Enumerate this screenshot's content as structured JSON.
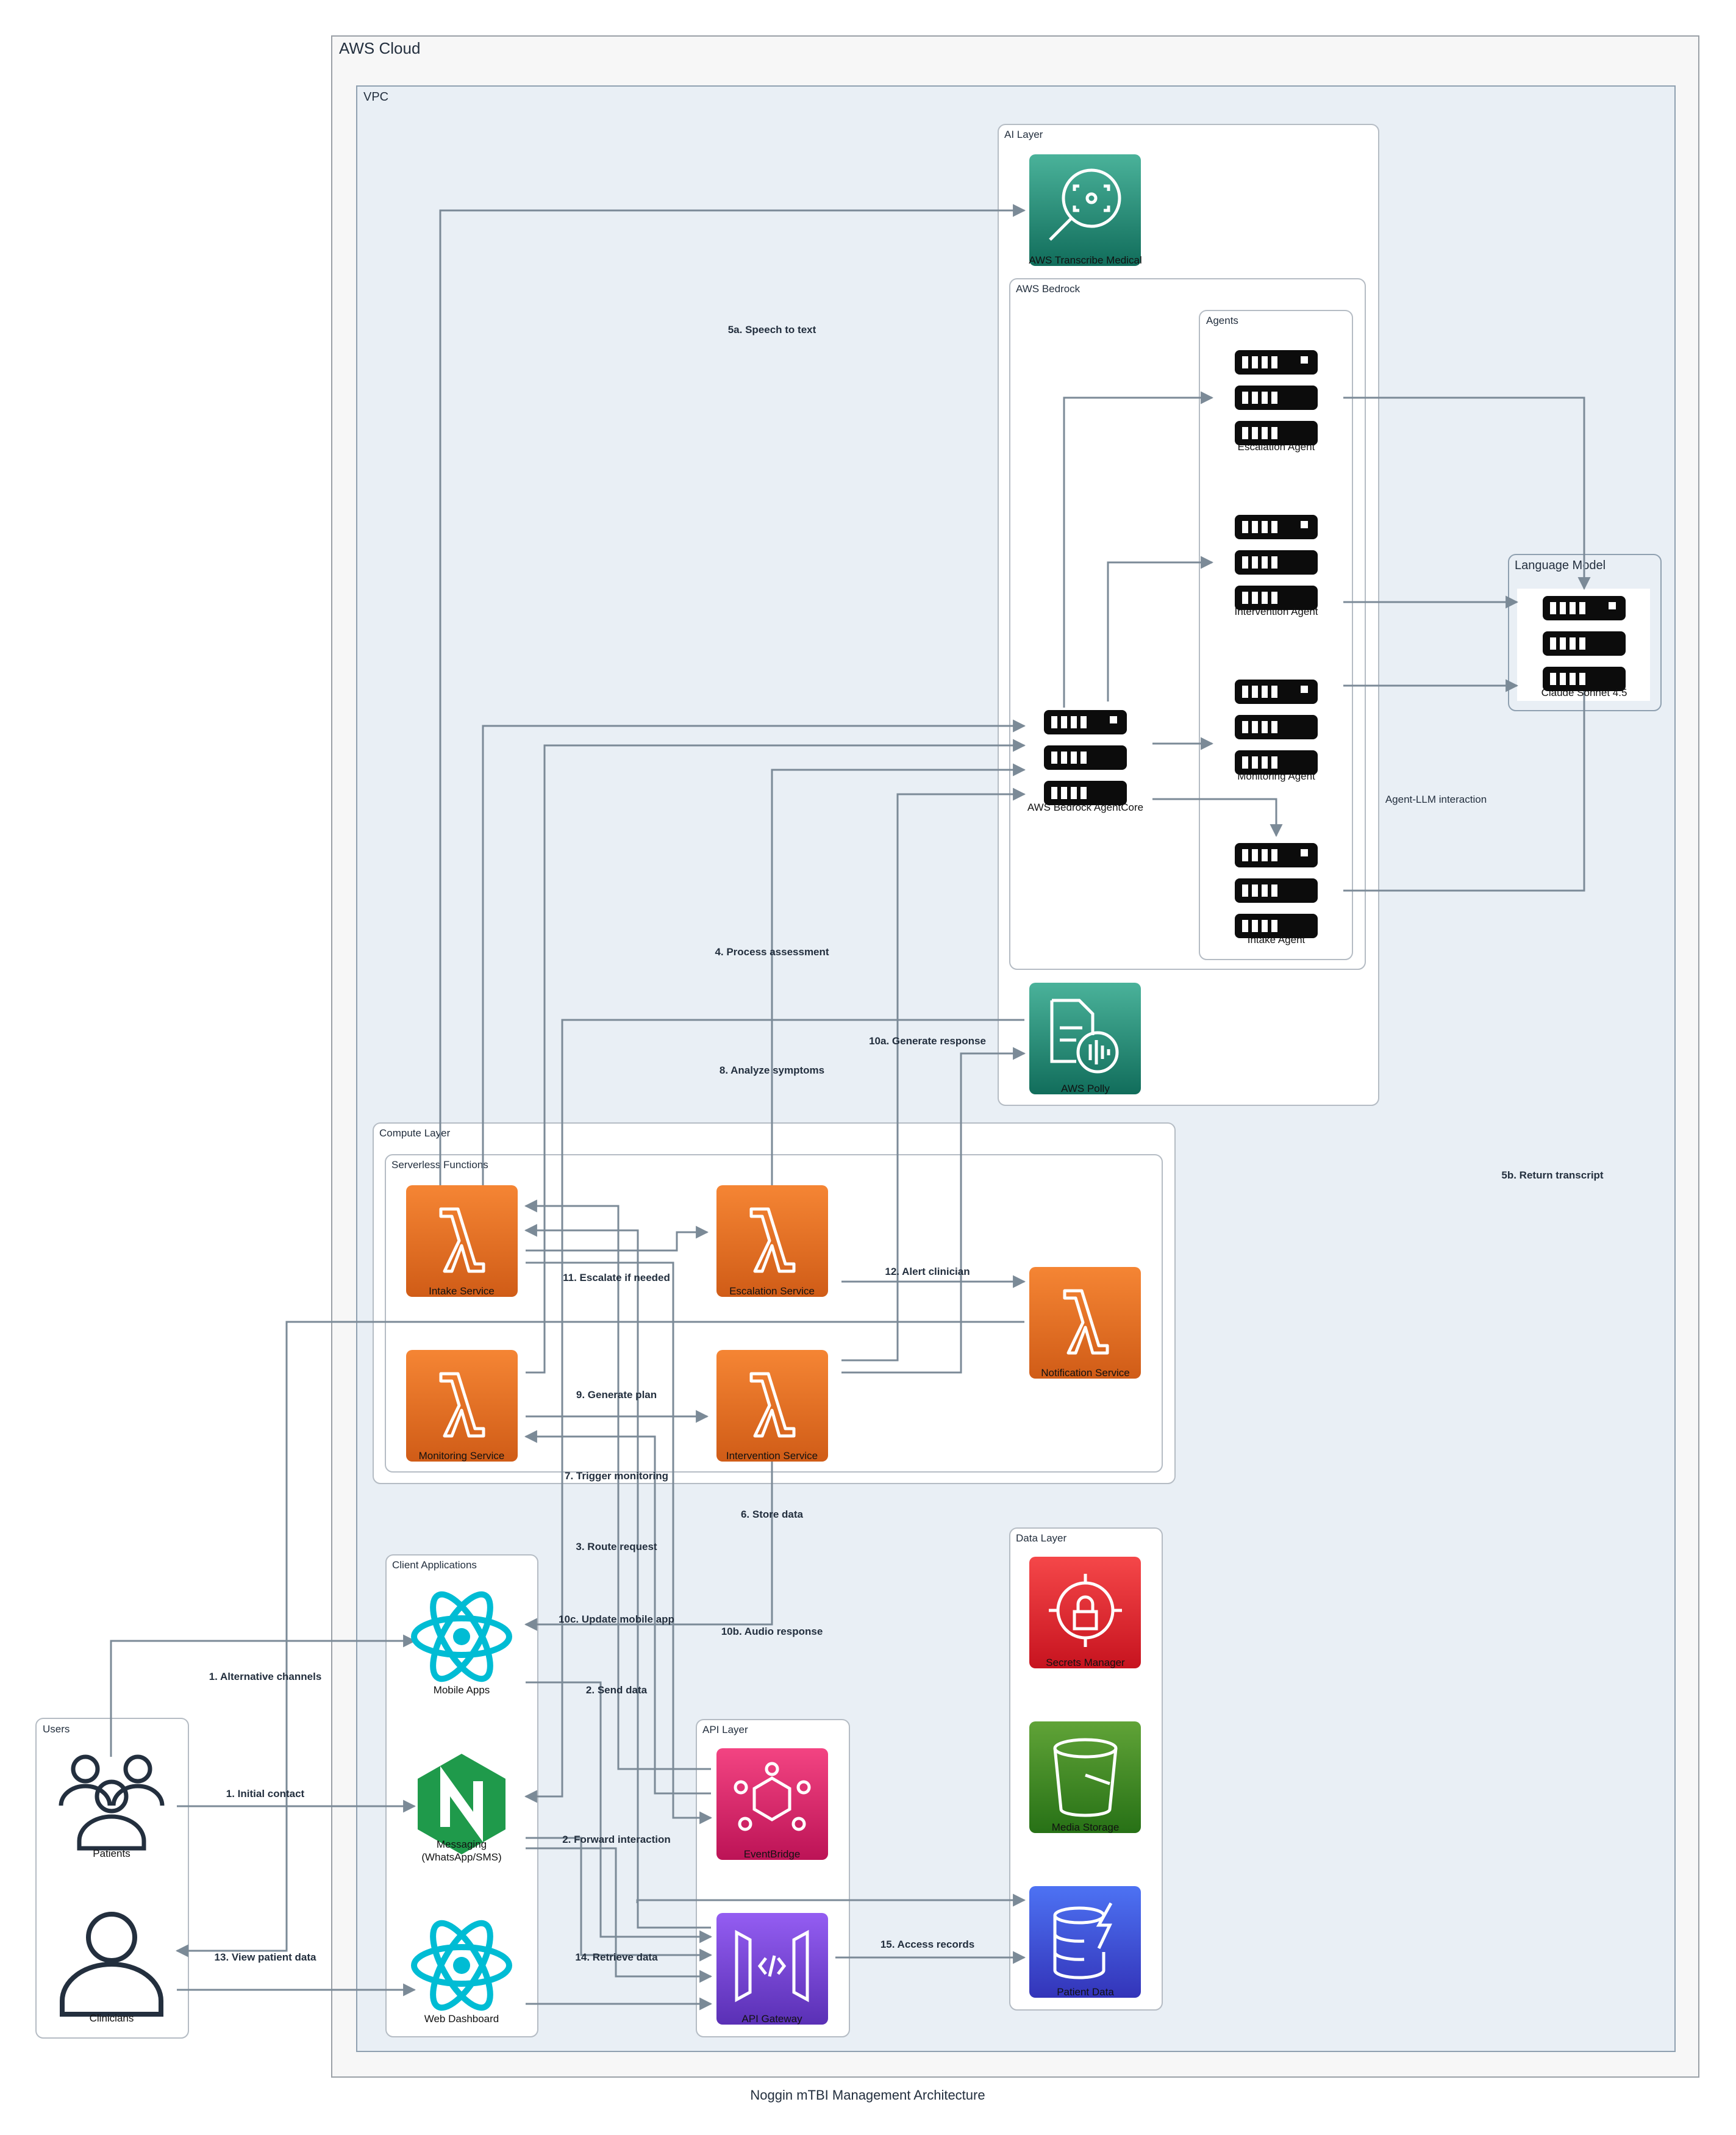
{
  "diagram": {
    "title": "Noggin mTBI Management Architecture",
    "groups": {
      "aws_cloud": "AWS Cloud",
      "vpc": "VPC",
      "ai_layer": "AI Layer",
      "aws_bedrock": "AWS Bedrock",
      "agents": "Agents",
      "language_model": "Language Model",
      "compute_layer": "Compute Layer",
      "serverless_functions": "Serverless Functions",
      "client_applications": "Client Applications",
      "api_layer": "API Layer",
      "data_layer": "Data Layer",
      "users": "Users"
    },
    "nodes": {
      "transcribe": "AWS Transcribe Medical",
      "escalation_agent": "Escalation Agent",
      "intervention_agent": "Intervention Agent",
      "monitoring_agent": "Monitoring Agent",
      "intake_agent": "Intake Agent",
      "agentcore": "AWS Bedrock AgentCore",
      "claude": "Claude Sonnet 4.5",
      "polly": "AWS Polly",
      "intake_service": "Intake Service",
      "escalation_service": "Escalation Service",
      "notification_service": "Notification Service",
      "monitoring_service": "Monitoring Service",
      "intervention_service": "Intervention Service",
      "mobile_apps": "Mobile Apps",
      "messaging_line1": "Messaging",
      "messaging_line2": "(WhatsApp/SMS)",
      "web_dashboard": "Web Dashboard",
      "eventbridge": "EventBridge",
      "api_gateway": "API Gateway",
      "secrets_manager": "Secrets Manager",
      "media_storage": "Media Storage",
      "patient_data": "Patient Data",
      "patients": "Patients",
      "clinicians": "Clinicians"
    },
    "edge_labels": {
      "e5a": "5a. Speech to text",
      "e4": "4. Process assessment",
      "e8": "8. Analyze symptoms",
      "e10a": "10a. Generate response",
      "e5b": "5b. Return transcript",
      "e_agent_llm": "Agent-LLM interaction",
      "e11": "11. Escalate if needed",
      "e12": "12. Alert clinician",
      "e9": "9. Generate plan",
      "e7": "7. Trigger monitoring",
      "e6": "6. Store data",
      "e3": "3. Route request",
      "e10c": "10c. Update mobile app",
      "e10b": "10b. Audio response",
      "e1_alt": "1. Alternative channels",
      "e2": "2. Send data",
      "e1": "1. Initial contact",
      "e2_fwd": "2. Forward interaction",
      "e13": "13. View patient data",
      "e14": "14. Retrieve data",
      "e15": "15. Access records"
    },
    "colors": {
      "edge": "#7b8a97",
      "lambda_top": "#f58534",
      "lambda_bottom": "#d05c17",
      "ai_top": "#4ab29a",
      "ai_bottom": "#116d5b",
      "storage_top": "#60a337",
      "storage_bottom": "#277116",
      "database_top": "#4d72f3",
      "database_bottom": "#3334b9",
      "security_top": "#f54749",
      "security_bottom": "#c7131f",
      "integration_top": "#f34482",
      "integration_bottom": "#bc1356",
      "apigw_top": "#945df2",
      "apigw_bottom": "#5a30b5",
      "react": "#00bcd4",
      "nginx": "#1f9a4b",
      "vpc_fill": "#e9eff5",
      "cloud_fill": "#f7f7f7"
    },
    "icons": {
      "lambda": "lambda-icon",
      "server": "server-stack-icon",
      "react": "react-atom-icon",
      "nginx": "nginx-icon",
      "user": "user-icon",
      "users": "users-group-icon"
    }
  }
}
